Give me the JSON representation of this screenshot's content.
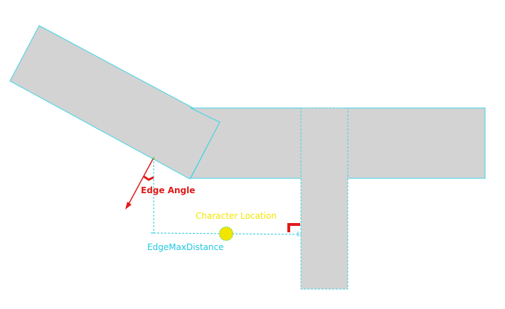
{
  "labels": {
    "edge_angle": "Edge Angle",
    "character_location": "Character Location",
    "edge_max_distance": "EdgeMaxDistance"
  },
  "colors": {
    "block_fill": "#d3d3d3",
    "block_outline": "#3fd3e6",
    "guide_line": "#20c8e0",
    "edge_angle": "#e01a1a",
    "character": "#f2e600",
    "character_outline": "#5ad05a",
    "character_label": "#f2e600",
    "max_distance_label": "#20c8e0",
    "background": "#ffffff"
  }
}
